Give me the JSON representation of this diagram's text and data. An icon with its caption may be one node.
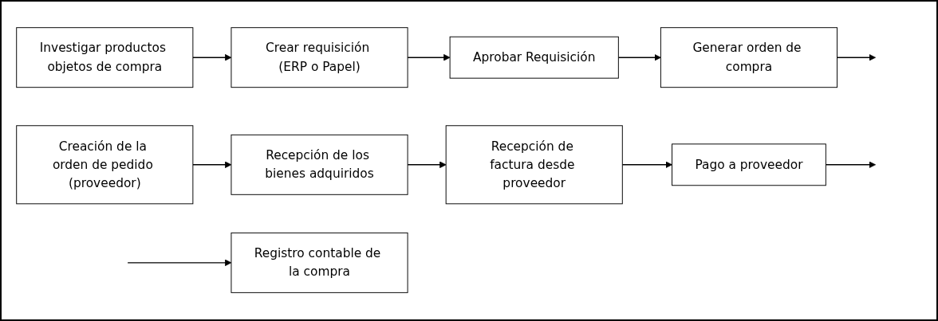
{
  "diagram": {
    "nodes": [
      {
        "text": [
          "Investigar productos objetos de compra"
        ]
      },
      {
        "text": [
          "Crear requisición (ERP o Papel)"
        ]
      },
      {
        "text": [
          "Aprobar Requisición"
        ]
      },
      {
        "text": [
          "Generar orden de compra"
        ]
      },
      {
        "text": [
          "Creación de la orden de pedido (proveedor)"
        ]
      },
      {
        "text": [
          "Recepción de los bienes adquiridos"
        ]
      },
      {
        "text": [
          "Recepción de factura desde proveedor"
        ]
      },
      {
        "text": [
          "Pago a proveedor"
        ]
      },
      {
        "text": [
          "Registro contable de la compra"
        ]
      }
    ],
    "edges": [
      {
        "from": 0,
        "to": 1,
        "arrow": "to"
      },
      {
        "from": 1,
        "to": 2,
        "arrow": "to"
      },
      {
        "from": 2,
        "to": 3,
        "arrow": "to"
      },
      {
        "from": 3,
        "to": null,
        "arrow": "to"
      },
      {
        "from": 4,
        "to": 5,
        "arrow": "to"
      },
      {
        "from": 5,
        "to": 6,
        "arrow": "to"
      },
      {
        "from": 6,
        "to": 7,
        "arrow": "to"
      },
      {
        "from": 7,
        "to": null,
        "arrow": "to"
      },
      {
        "from": null,
        "to": 8,
        "arrow": "to"
      }
    ]
  }
}
